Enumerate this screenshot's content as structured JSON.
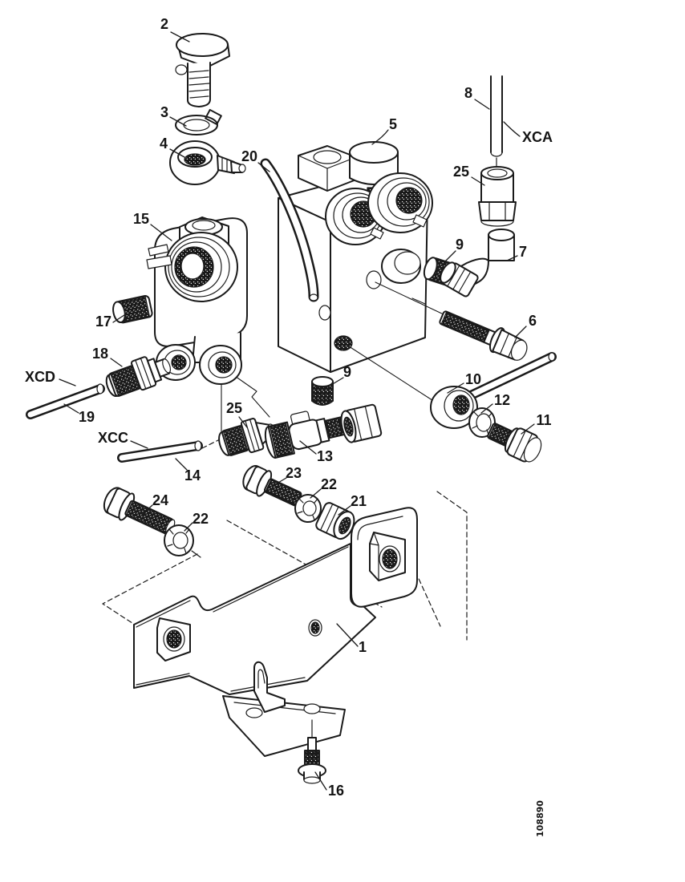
{
  "diagram": {
    "figure_number": "108890",
    "callouts": [
      {
        "ref": "2"
      },
      {
        "ref": "3"
      },
      {
        "ref": "4"
      },
      {
        "ref": "20"
      },
      {
        "ref": "5"
      },
      {
        "ref": "8"
      },
      {
        "ref": "XCA"
      },
      {
        "ref": "25"
      },
      {
        "ref": "9"
      },
      {
        "ref": "7"
      },
      {
        "ref": "6"
      },
      {
        "ref": "15"
      },
      {
        "ref": "17"
      },
      {
        "ref": "18"
      },
      {
        "ref": "XCD"
      },
      {
        "ref": "19"
      },
      {
        "ref": "XCC"
      },
      {
        "ref": "14"
      },
      {
        "ref": "9"
      },
      {
        "ref": "25"
      },
      {
        "ref": "13"
      },
      {
        "ref": "10"
      },
      {
        "ref": "12"
      },
      {
        "ref": "11"
      },
      {
        "ref": "23"
      },
      {
        "ref": "22"
      },
      {
        "ref": "21"
      },
      {
        "ref": "24"
      },
      {
        "ref": "22"
      },
      {
        "ref": "1"
      },
      {
        "ref": "16"
      }
    ]
  }
}
